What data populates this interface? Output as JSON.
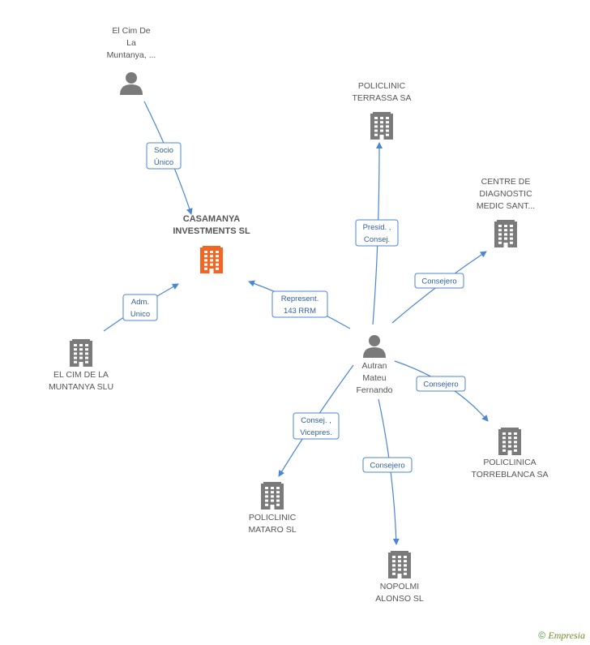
{
  "colors": {
    "company": "#7a7a7a",
    "company_main": "#f26522",
    "person": "#7a7a7a",
    "edge": "#4a86d4"
  },
  "nodes": [
    {
      "id": "elcim_person",
      "type": "person",
      "icon": "person-icon",
      "lines": [
        "El Cim De",
        "La",
        "Muntanya, ..."
      ]
    },
    {
      "id": "casamanya",
      "type": "company_main",
      "icon": "building-icon",
      "lines": [
        "CASAMANYA",
        "INVESTMENTS SL"
      ]
    },
    {
      "id": "elcim_slu",
      "type": "company",
      "icon": "building-icon",
      "lines": [
        "EL CIM DE LA",
        "MUNTANYA SLU"
      ]
    },
    {
      "id": "policlinic_terrassa",
      "type": "company",
      "icon": "building-icon",
      "lines": [
        "POLICLINIC",
        "TERRASSA SA"
      ]
    },
    {
      "id": "centre_diagnostic",
      "type": "company",
      "icon": "building-icon",
      "lines": [
        "CENTRE DE",
        "DIAGNOSTIC",
        "MEDIC SANT..."
      ]
    },
    {
      "id": "autran",
      "type": "person",
      "icon": "person-icon",
      "lines": [
        "Autran",
        "Mateu",
        "Fernando"
      ]
    },
    {
      "id": "policlinica_torreblanca",
      "type": "company",
      "icon": "building-icon",
      "lines": [
        "POLICLINICA",
        "TORREBLANCA SA"
      ]
    },
    {
      "id": "policlinic_mataro",
      "type": "company",
      "icon": "building-icon",
      "lines": [
        "POLICLINIC",
        "MATARO  SL"
      ]
    },
    {
      "id": "nopolmi",
      "type": "company",
      "icon": "building-icon",
      "lines": [
        "NOPOLMI",
        "ALONSO SL"
      ]
    }
  ],
  "edges": [
    {
      "from": "elcim_person",
      "to": "casamanya",
      "lines": [
        "Socio",
        "Único"
      ]
    },
    {
      "from": "elcim_slu",
      "to": "casamanya",
      "lines": [
        "Adm.",
        "Unico"
      ]
    },
    {
      "from": "autran",
      "to": "casamanya",
      "lines": [
        "Represent.",
        "143 RRM"
      ]
    },
    {
      "from": "autran",
      "to": "policlinic_terrassa",
      "lines": [
        "Presid. ,",
        "Consej."
      ]
    },
    {
      "from": "autran",
      "to": "centre_diagnostic",
      "lines": [
        "Consejero"
      ]
    },
    {
      "from": "autran",
      "to": "policlinica_torreblanca",
      "lines": [
        "Consejero"
      ]
    },
    {
      "from": "autran",
      "to": "policlinic_mataro",
      "lines": [
        "Consej. ,",
        "Vicepres."
      ]
    },
    {
      "from": "autran",
      "to": "nopolmi",
      "lines": [
        "Consejero"
      ]
    }
  ],
  "footer": {
    "copyright": "©",
    "brand_initial": "E",
    "brand_rest": "mpresia"
  }
}
